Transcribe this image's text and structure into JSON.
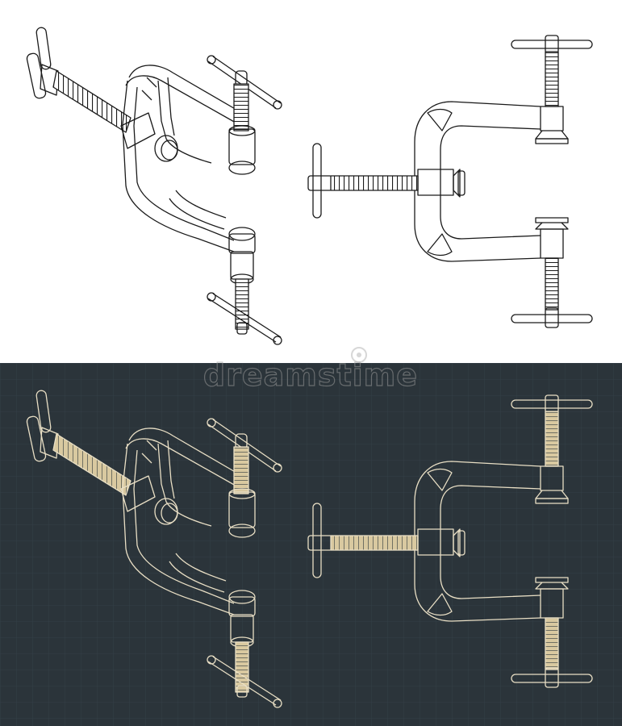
{
  "title": "",
  "colors": {
    "light_background": "#ffffff",
    "light_stroke": "#1a1a1a",
    "light_thread_fill": "#3a3a3a",
    "dark_background": "#2b343a",
    "dark_grid": "#35414a",
    "dark_stroke": "#e9dfc5",
    "dark_thread_fill": "#d9c9a0"
  },
  "panels": [
    {
      "name": "light-panel",
      "views": [
        "isometric-view",
        "front-view"
      ]
    },
    {
      "name": "dark-panel",
      "views": [
        "isometric-view",
        "front-view"
      ]
    }
  ],
  "watermark": {
    "text": "dreamstime"
  }
}
